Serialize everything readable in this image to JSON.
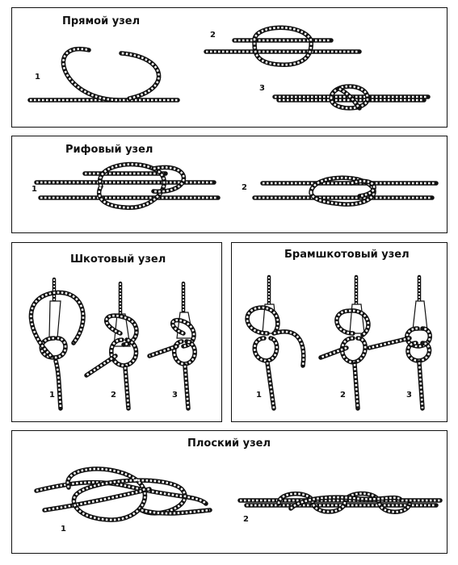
{
  "panels": {
    "square_knot": {
      "title": "Прямой узел",
      "steps": [
        "1",
        "2",
        "3"
      ]
    },
    "reef_knot": {
      "title": "Рифовый узел",
      "steps": [
        "1",
        "2"
      ]
    },
    "sheet_bend": {
      "title": "Шкотовый узел",
      "steps": [
        "1",
        "2",
        "3"
      ]
    },
    "double_sheet_bend": {
      "title": "Брамшкотовый узел",
      "steps": [
        "1",
        "2",
        "3"
      ]
    },
    "carrick_bend": {
      "title": "Плоский узел",
      "steps": [
        "1",
        "2"
      ]
    }
  }
}
